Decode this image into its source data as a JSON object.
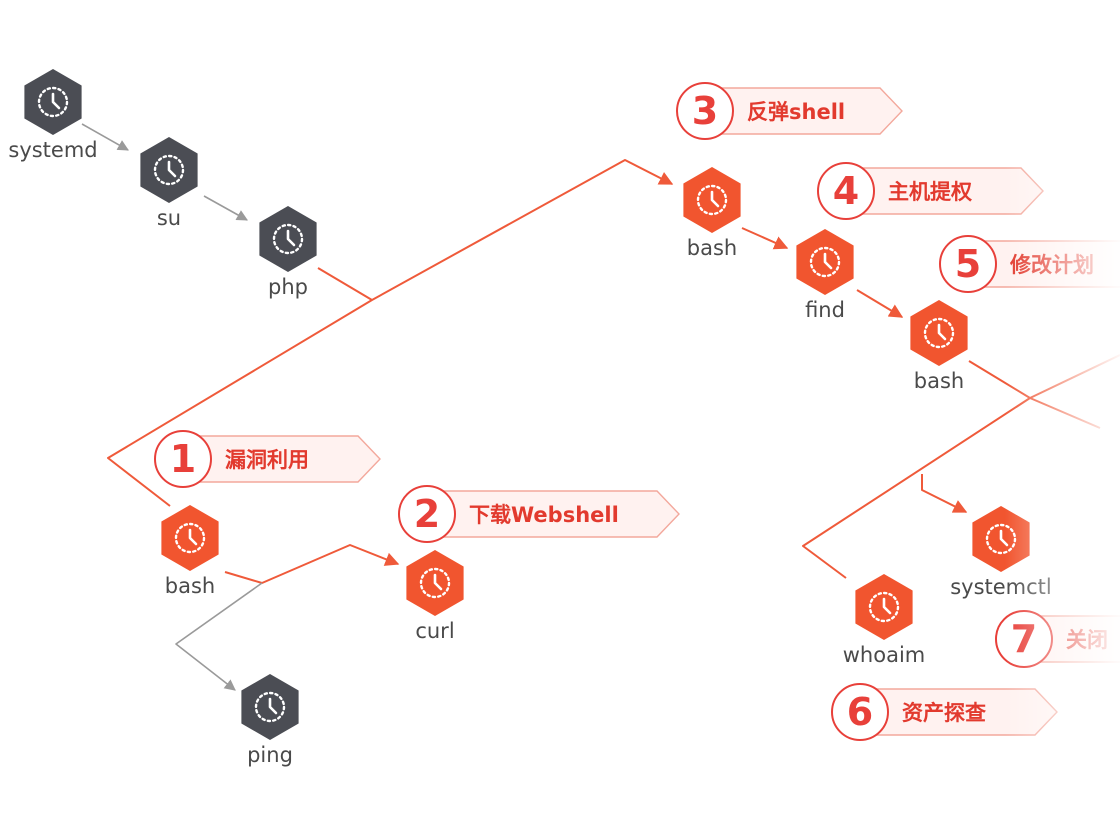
{
  "colors": {
    "active": "#f1552f",
    "inactive": "#4b4d54",
    "edge_active": "#ef5a3a",
    "edge_inactive": "#9a9a9a",
    "badge": "#e8403a"
  },
  "nodes": [
    {
      "id": "systemd",
      "label": "systemd",
      "state": "inactive",
      "icon": "clock-icon"
    },
    {
      "id": "su",
      "label": "su",
      "state": "inactive",
      "icon": "clock-icon"
    },
    {
      "id": "php",
      "label": "php",
      "state": "inactive",
      "icon": "clock-icon"
    },
    {
      "id": "bash1",
      "label": "bash",
      "state": "active",
      "icon": "clock-icon"
    },
    {
      "id": "curl",
      "label": "curl",
      "state": "active",
      "icon": "clock-icon"
    },
    {
      "id": "ping",
      "label": "ping",
      "state": "inactive",
      "icon": "clock-icon"
    },
    {
      "id": "bash2",
      "label": "bash",
      "state": "active",
      "icon": "clock-icon"
    },
    {
      "id": "find",
      "label": "find",
      "state": "active",
      "icon": "clock-icon"
    },
    {
      "id": "bash3",
      "label": "bash",
      "state": "active",
      "icon": "clock-icon"
    },
    {
      "id": "whoaim",
      "label": "whoaim",
      "state": "active",
      "icon": "clock-icon"
    },
    {
      "id": "systemctl",
      "label": "systemctl",
      "state": "active",
      "icon": "clock-icon"
    }
  ],
  "steps": [
    {
      "number": "1",
      "label": "漏洞利用"
    },
    {
      "number": "2",
      "label": "下载Webshell"
    },
    {
      "number": "3",
      "label": "反弹shell"
    },
    {
      "number": "4",
      "label": "主机提权"
    },
    {
      "number": "5",
      "label": "修改计划"
    },
    {
      "number": "6",
      "label": "资产探查"
    },
    {
      "number": "7",
      "label": "关闭"
    }
  ]
}
